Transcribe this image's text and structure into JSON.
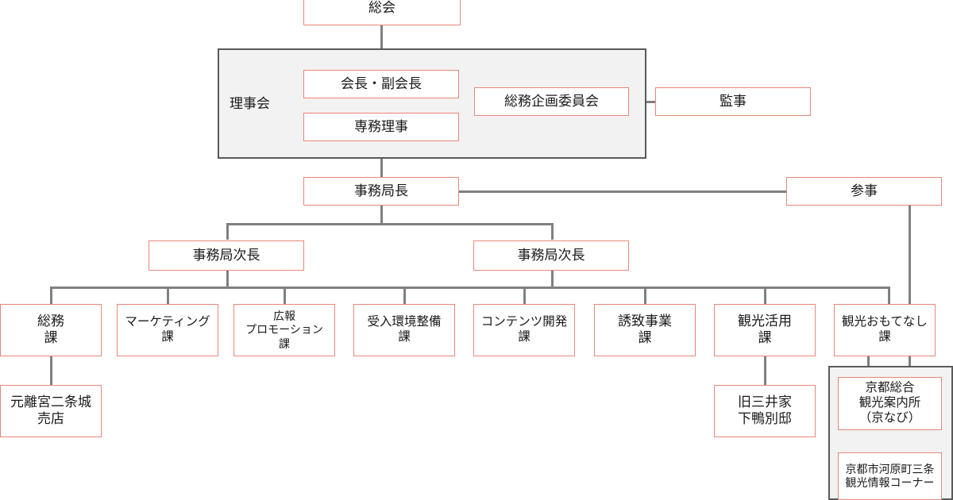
{
  "chart_title": "",
  "colors": {
    "node_border": "#e8877a",
    "node_fill": "#ffffff",
    "group_border": "#5a5a5a",
    "group_fill": "#f2f2f2",
    "connector": "#808080",
    "text": "#1a1a1a",
    "page_background": "#ffffff"
  },
  "nodes": {
    "general_meeting": "総会",
    "board_label": "理事会",
    "chairman": "会長・副会長",
    "managing_director": "専務理事",
    "general_affairs_committee": "総務企画委員会",
    "auditor": "監事",
    "secretary_general": "事務局長",
    "councilor": "参事",
    "deputy_secretary_general_left": "事務局次長",
    "deputy_secretary_general_right": "事務局次長",
    "dept_general_affairs": "総務\n課",
    "dept_marketing": "マーケティング\n課",
    "dept_pr_promotion": "広報\nプロモーション\n課",
    "dept_reception_env": "受入環境整備\n課",
    "dept_content_dev": "コンテンツ開発\n課",
    "dept_attraction": "誘致事業\n課",
    "dept_tourism_utilization": "観光活用\n課",
    "dept_tourism_hospitality": "観光おもてなし\n課",
    "facility_nijo_shop": "元離宮二条城\n売店",
    "facility_mitsui_villa": "旧三井家\n下鴨別邸",
    "facility_kyoto_info_center": "京都総合\n観光案内所\n（京なび）",
    "facility_kawaramachi_corner": "京都市河原町三条\n観光情報コーナー"
  }
}
